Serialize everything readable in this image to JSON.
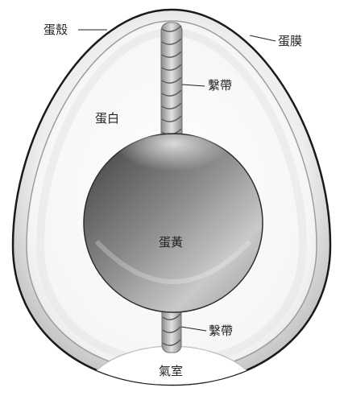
{
  "labels": {
    "shell": "蛋殼",
    "membrane": "蛋膜",
    "albumen": "蛋白",
    "chalaza_top": "繫帶",
    "yolk": "蛋黃",
    "chalaza_bottom": "繫帶",
    "air_cell": "氣室"
  },
  "colors": {
    "shell_outline": "#1a1a1a",
    "shell_fill": "#cfcfcf",
    "albumen_fill": "#f2f2f2",
    "yolk_dark": "#4a4a4a",
    "yolk_light": "#d8d8d8",
    "rope": "#b8b8b8",
    "air_cell_fill": "#ffffff"
  }
}
